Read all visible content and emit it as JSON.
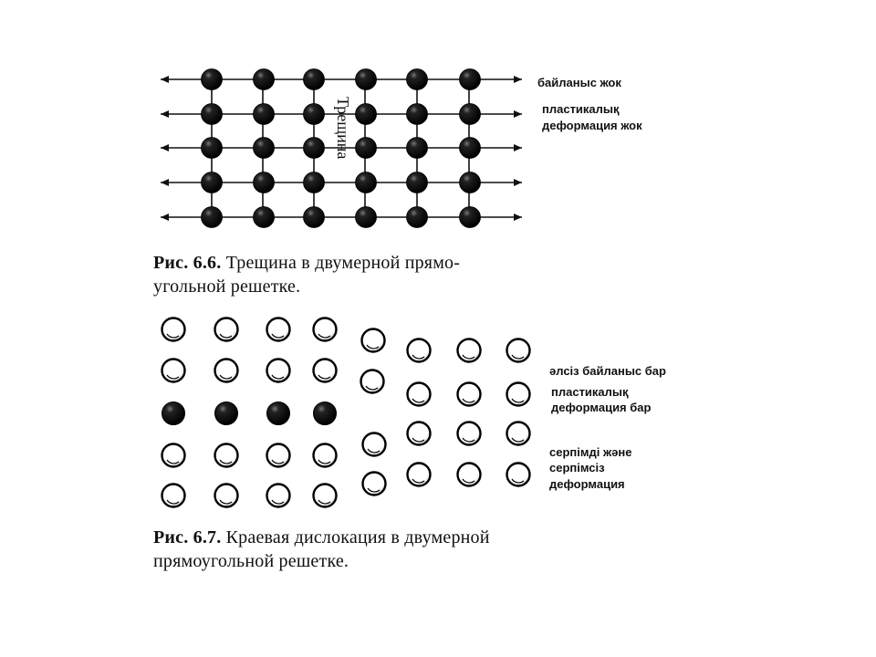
{
  "figure_6_6": {
    "crack_label": "Трещина",
    "caption_num": "Рис. 6.6.",
    "caption_line1": "Трещина в двумерной прямо-",
    "caption_line2": "угольной решетке.",
    "notes": {
      "no_bond": "байланыс жок",
      "no_plastic_line1": "пластикалық",
      "no_plastic_line2": "деформация жок"
    }
  },
  "figure_6_7": {
    "caption_num": "Рис. 6.7.",
    "caption_line1": "Краевая дислокация в двумерной",
    "caption_line2": "прямоугольной решетке.",
    "notes": {
      "weak_bond": "әлсіз байланыс бар",
      "plastic_line1": "пластикалық",
      "plastic_line2": "деформация бар",
      "elastic_line1": "серпімді және",
      "elastic_line2": "серпімсіз",
      "elastic_line3": "деформация"
    }
  },
  "colors": {
    "ink": "#111111",
    "atom_fill_dark": "#111111",
    "atom_fill_light": "#ffffff"
  }
}
